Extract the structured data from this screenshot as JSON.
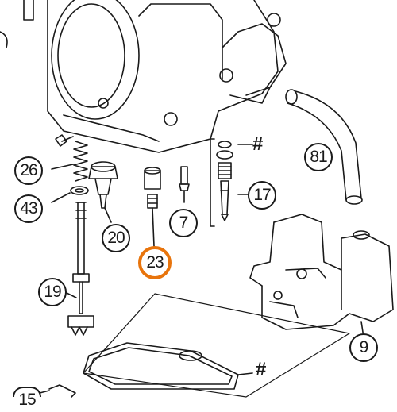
{
  "callouts": [
    {
      "id": "81",
      "label": "81"
    },
    {
      "id": "26",
      "label": "26"
    },
    {
      "id": "43",
      "label": "43"
    },
    {
      "id": "20",
      "label": "20"
    },
    {
      "id": "7",
      "label": "7"
    },
    {
      "id": "17",
      "label": "17"
    },
    {
      "id": "23",
      "label": "23",
      "highlighted": true
    },
    {
      "id": "19",
      "label": "19"
    },
    {
      "id": "9",
      "label": "9"
    },
    {
      "id": "15",
      "label": "15"
    }
  ],
  "hash_marks": [
    "#",
    "#"
  ],
  "colors": {
    "line": "#1a1a1a",
    "highlight": "#e8740c",
    "background": "#ffffff"
  }
}
